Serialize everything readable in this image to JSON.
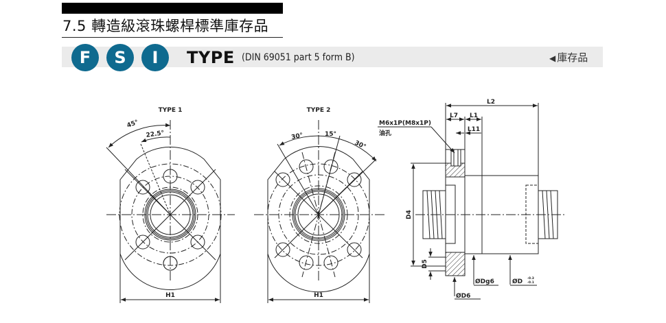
{
  "header": {
    "section_title": "7.5 轉造級滾珠螺桿標準庫存品",
    "badges": [
      "F",
      "S",
      "I"
    ],
    "type_label": "TYPE",
    "standard": "(DIN 69051  part 5 form B)",
    "stock_link": {
      "icon": "triangle-left-icon",
      "label": "庫存品"
    },
    "colors": {
      "badge": "#0f6a8f",
      "bar": "#ebebeb",
      "top_bar": "#000000"
    }
  },
  "drawings": {
    "type1": {
      "title": "TYPE 1",
      "angles": [
        "45°",
        "22.5°"
      ],
      "width_label": "H1"
    },
    "type2": {
      "title": "TYPE 2",
      "angles": [
        "30°",
        "15°",
        "30°"
      ],
      "width_label": "H1"
    },
    "side_view": {
      "oil_hole_thread": "M6x1P(M8x1P)",
      "oil_hole_label": "油孔",
      "dims": {
        "L2": "L2",
        "L7": "L7",
        "L1": "L1",
        "L11": "L11",
        "D4": "D4",
        "D5": "D5",
        "D6": "ØD6",
        "Dg6": "ØDg6",
        "D": "ØD",
        "D_tol_upper": "-0.3",
        "D_tol_lower": "-0.1"
      }
    }
  }
}
